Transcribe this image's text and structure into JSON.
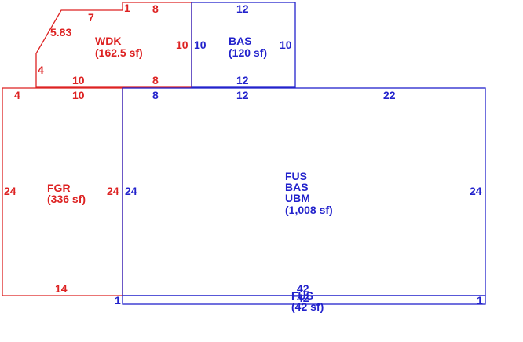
{
  "colors": {
    "red": "#dd2222",
    "blue": "#2222cc"
  },
  "areas": {
    "wdk": {
      "name": "WDK",
      "area": "(162.5 sf)"
    },
    "bas_top": {
      "name": "BAS",
      "area": "(120 sf)"
    },
    "fgr": {
      "name": "FGR",
      "area": "(336 sf)"
    },
    "main": {
      "line1": "FUS",
      "line2": "BAS",
      "line3": "UBM",
      "area": "(1,008 sf)"
    },
    "fus_strip": {
      "name": "FUS",
      "area": "(42 sf)"
    }
  },
  "dims": {
    "wdk_top_1": "1",
    "wdk_top_8": "8",
    "wdk_top_7": "7",
    "wdk_diag": "5.83",
    "wdk_left_4": "4",
    "wdk_right_10": "10",
    "wdk_bottom_10": "10",
    "wdk_bottom_8": "8",
    "bas_top_12": "12",
    "bas_left_10": "10",
    "bas_right_10": "10",
    "bas_bottom_12": "12",
    "fgr_top_4": "4",
    "fgr_top_10": "10",
    "fgr_left_24": "24",
    "fgr_right_24": "24",
    "fgr_bottom_14": "14",
    "main_top_8": "8",
    "main_top_12": "12",
    "main_top_22": "22",
    "main_left_24": "24",
    "main_right_24": "24",
    "strip_top_42": "42",
    "strip_bottom_42": "42",
    "strip_left_1": "1",
    "strip_right_1": "1"
  }
}
